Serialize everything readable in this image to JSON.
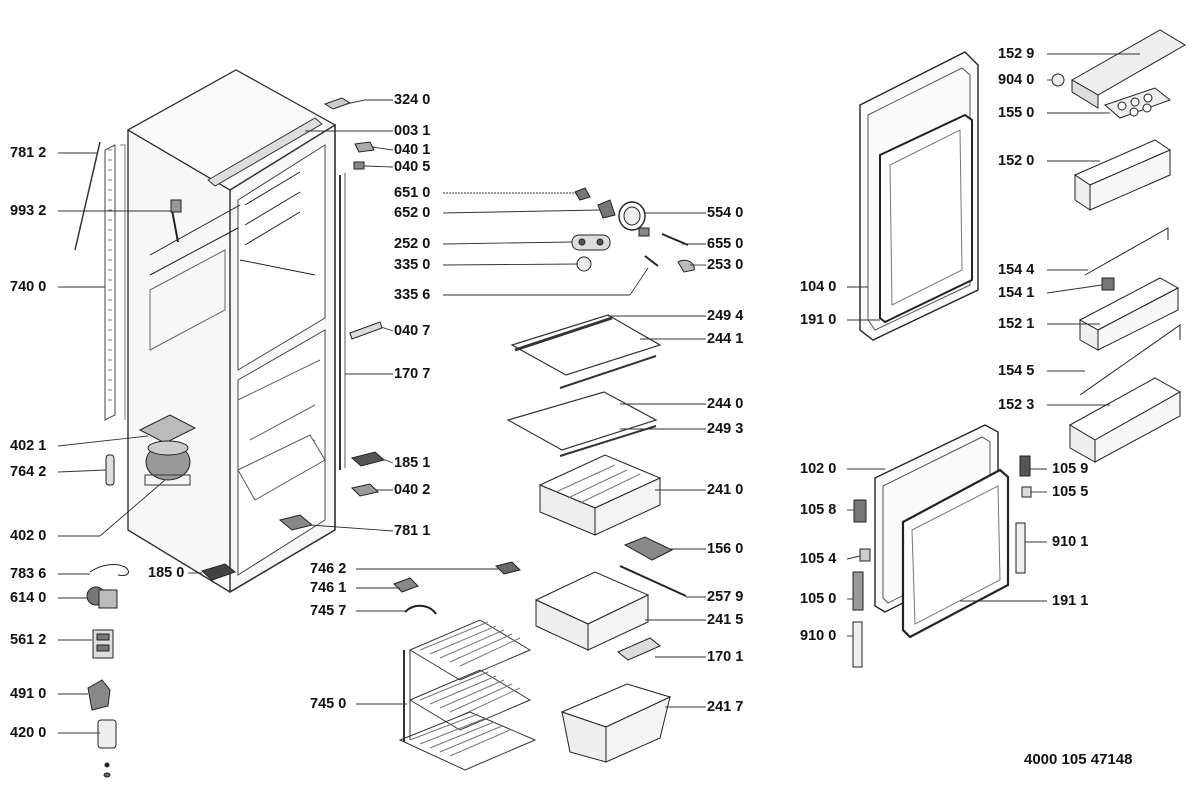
{
  "diagram": {
    "document_code": "4000 105 47148",
    "part_labels": {
      "p1529": "152 9",
      "p9040": "904 0",
      "p1550": "155 0",
      "p1520": "152 0",
      "p1040": "104 0",
      "p1910": "191 0",
      "p1544": "154 4",
      "p1541": "154 1",
      "p1521": "152 1",
      "p1545": "154 5",
      "p1523": "152 3",
      "p1020": "102 0",
      "p1059": "105 9",
      "p1055": "105 5",
      "p1058": "105 8",
      "p9101": "910 1",
      "p1054": "105 4",
      "p1050": "105 0",
      "p1911": "191 1",
      "p9100": "910 0",
      "p3240": "324 0",
      "p0031": "003 1",
      "p0401": "040 1",
      "p0405": "040 5",
      "p6510": "651 0",
      "p6520": "652 0",
      "p5540": "554 0",
      "p2520": "252 0",
      "p6550": "655 0",
      "p3350": "335 0",
      "p2530": "253 0",
      "p3356": "335 6",
      "p2494": "249 4",
      "p2441": "244 1",
      "p0407": "040 7",
      "p1707": "170 7",
      "p2440": "244 0",
      "p2493": "249 3",
      "p1851": "185 1",
      "p2410": "241 0",
      "p0402": "040 2",
      "p7811": "781 1",
      "p1560": "156 0",
      "p7462": "746 2",
      "p7461": "746 1",
      "p2579": "257 9",
      "p7457": "745 7",
      "p2415": "241 5",
      "p1701": "170 1",
      "p7450": "745 0",
      "p2417": "241 7",
      "p7812": "781 2",
      "p9932": "993 2",
      "p7400": "740 0",
      "p4021": "402 1",
      "p7642": "764 2",
      "p4020": "402 0",
      "p7836": "783 6",
      "p1850": "185 0",
      "p6140": "614 0",
      "p5612": "561 2",
      "p4910": "491 0",
      "p4200": "420 0"
    }
  }
}
